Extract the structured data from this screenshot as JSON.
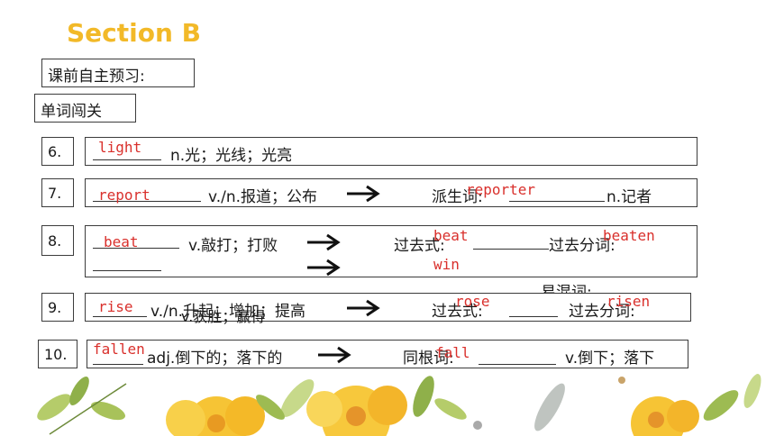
{
  "section_title": "Section B",
  "preview_label": "课前自主预习:",
  "vocab_label": "单词闯关",
  "items": [
    {
      "num": "6.",
      "answer": "light",
      "definition": "n.光；光线；光亮"
    },
    {
      "num": "7.",
      "answer": "report",
      "definition": "v./n.报道；公布",
      "derived_label": "派生词:",
      "derived_answer": "reporter",
      "derived_definition": "n.记者"
    },
    {
      "num": "8.",
      "answer": "beat",
      "definition": "v.敲打；打败",
      "past_label": "过去式:",
      "past_answer": "beat",
      "pp_label": "过去分词:",
      "pp_answer": "beaten",
      "extra_answer": "win",
      "confusable_label": "易混词:",
      "confusable_definition": "v.获胜；赢得"
    },
    {
      "num": "9.",
      "answer": "rise",
      "definition": "v./n.升起；增加；提高",
      "past_label": "过去式:",
      "past_answer": "rose",
      "pp_label": "过去分词:",
      "pp_answer": "risen"
    },
    {
      "num": "10.",
      "answer": "fallen",
      "definition": "adj.倒下的；落下的",
      "cognate_label": "同根词:",
      "cognate_answer": "fall",
      "cognate_definition": "v.倒下；落下"
    }
  ],
  "colors": {
    "title": "#f2b928",
    "answer": "#d9302c"
  }
}
